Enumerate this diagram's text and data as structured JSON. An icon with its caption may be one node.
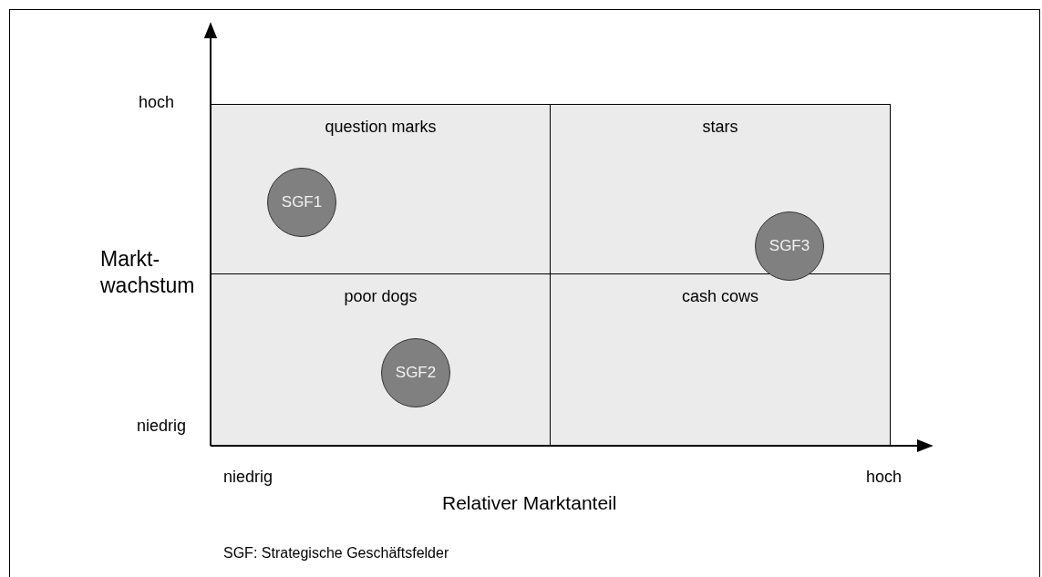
{
  "diagram": {
    "nodes": [
      {
        "text": [
          "question marks"
        ]
      },
      {
        "text": [
          "stars"
        ]
      },
      {
        "text": [
          "SGF1"
        ],
        "in": 0
      },
      {
        "text": [
          "SGF3"
        ]
      },
      {
        "text": [
          "poor dogs"
        ]
      },
      {
        "text": [
          "cash cows"
        ]
      },
      {
        "text": [
          "SGF2"
        ],
        "in": 4
      }
    ],
    "edges": [],
    "labels": [
      "hoch",
      "Markt- wachstum",
      "niedrig",
      "niedrig",
      "Relativer Marktanteil",
      "hoch",
      "SGF: Strategische Geschäftsfelder"
    ]
  }
}
